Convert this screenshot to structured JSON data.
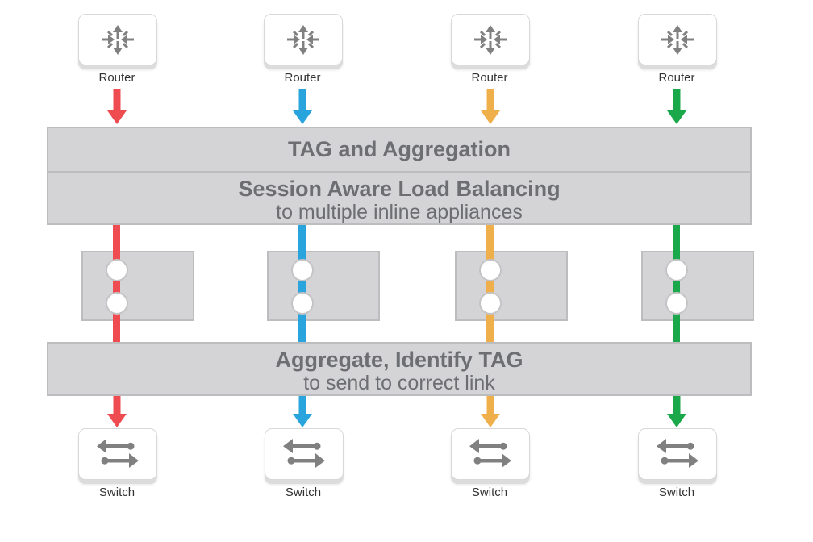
{
  "colors": {
    "red": "#ee4c50",
    "blue": "#2aa4dd",
    "orange": "#efb04c",
    "green": "#1ba84a",
    "band": "#d4d4d6",
    "band_text": "#6d6e71",
    "icon": "#808080"
  },
  "routers": [
    {
      "label": "Router",
      "icon": "router-icon"
    },
    {
      "label": "Router",
      "icon": "router-icon"
    },
    {
      "label": "Router",
      "icon": "router-icon"
    },
    {
      "label": "Router",
      "icon": "router-icon"
    }
  ],
  "switches": [
    {
      "label": "Switch",
      "icon": "switch-icon"
    },
    {
      "label": "Switch",
      "icon": "switch-icon"
    },
    {
      "label": "Switch",
      "icon": "switch-icon"
    },
    {
      "label": "Switch",
      "icon": "switch-icon"
    }
  ],
  "bands": {
    "tag": {
      "title": "TAG and Aggregation"
    },
    "balancing": {
      "title": "Session Aware Load Balancing",
      "subtitle": "to multiple inline appliances"
    },
    "aggregate": {
      "title": "Aggregate, Identify TAG",
      "subtitle": "to send to correct link"
    }
  }
}
